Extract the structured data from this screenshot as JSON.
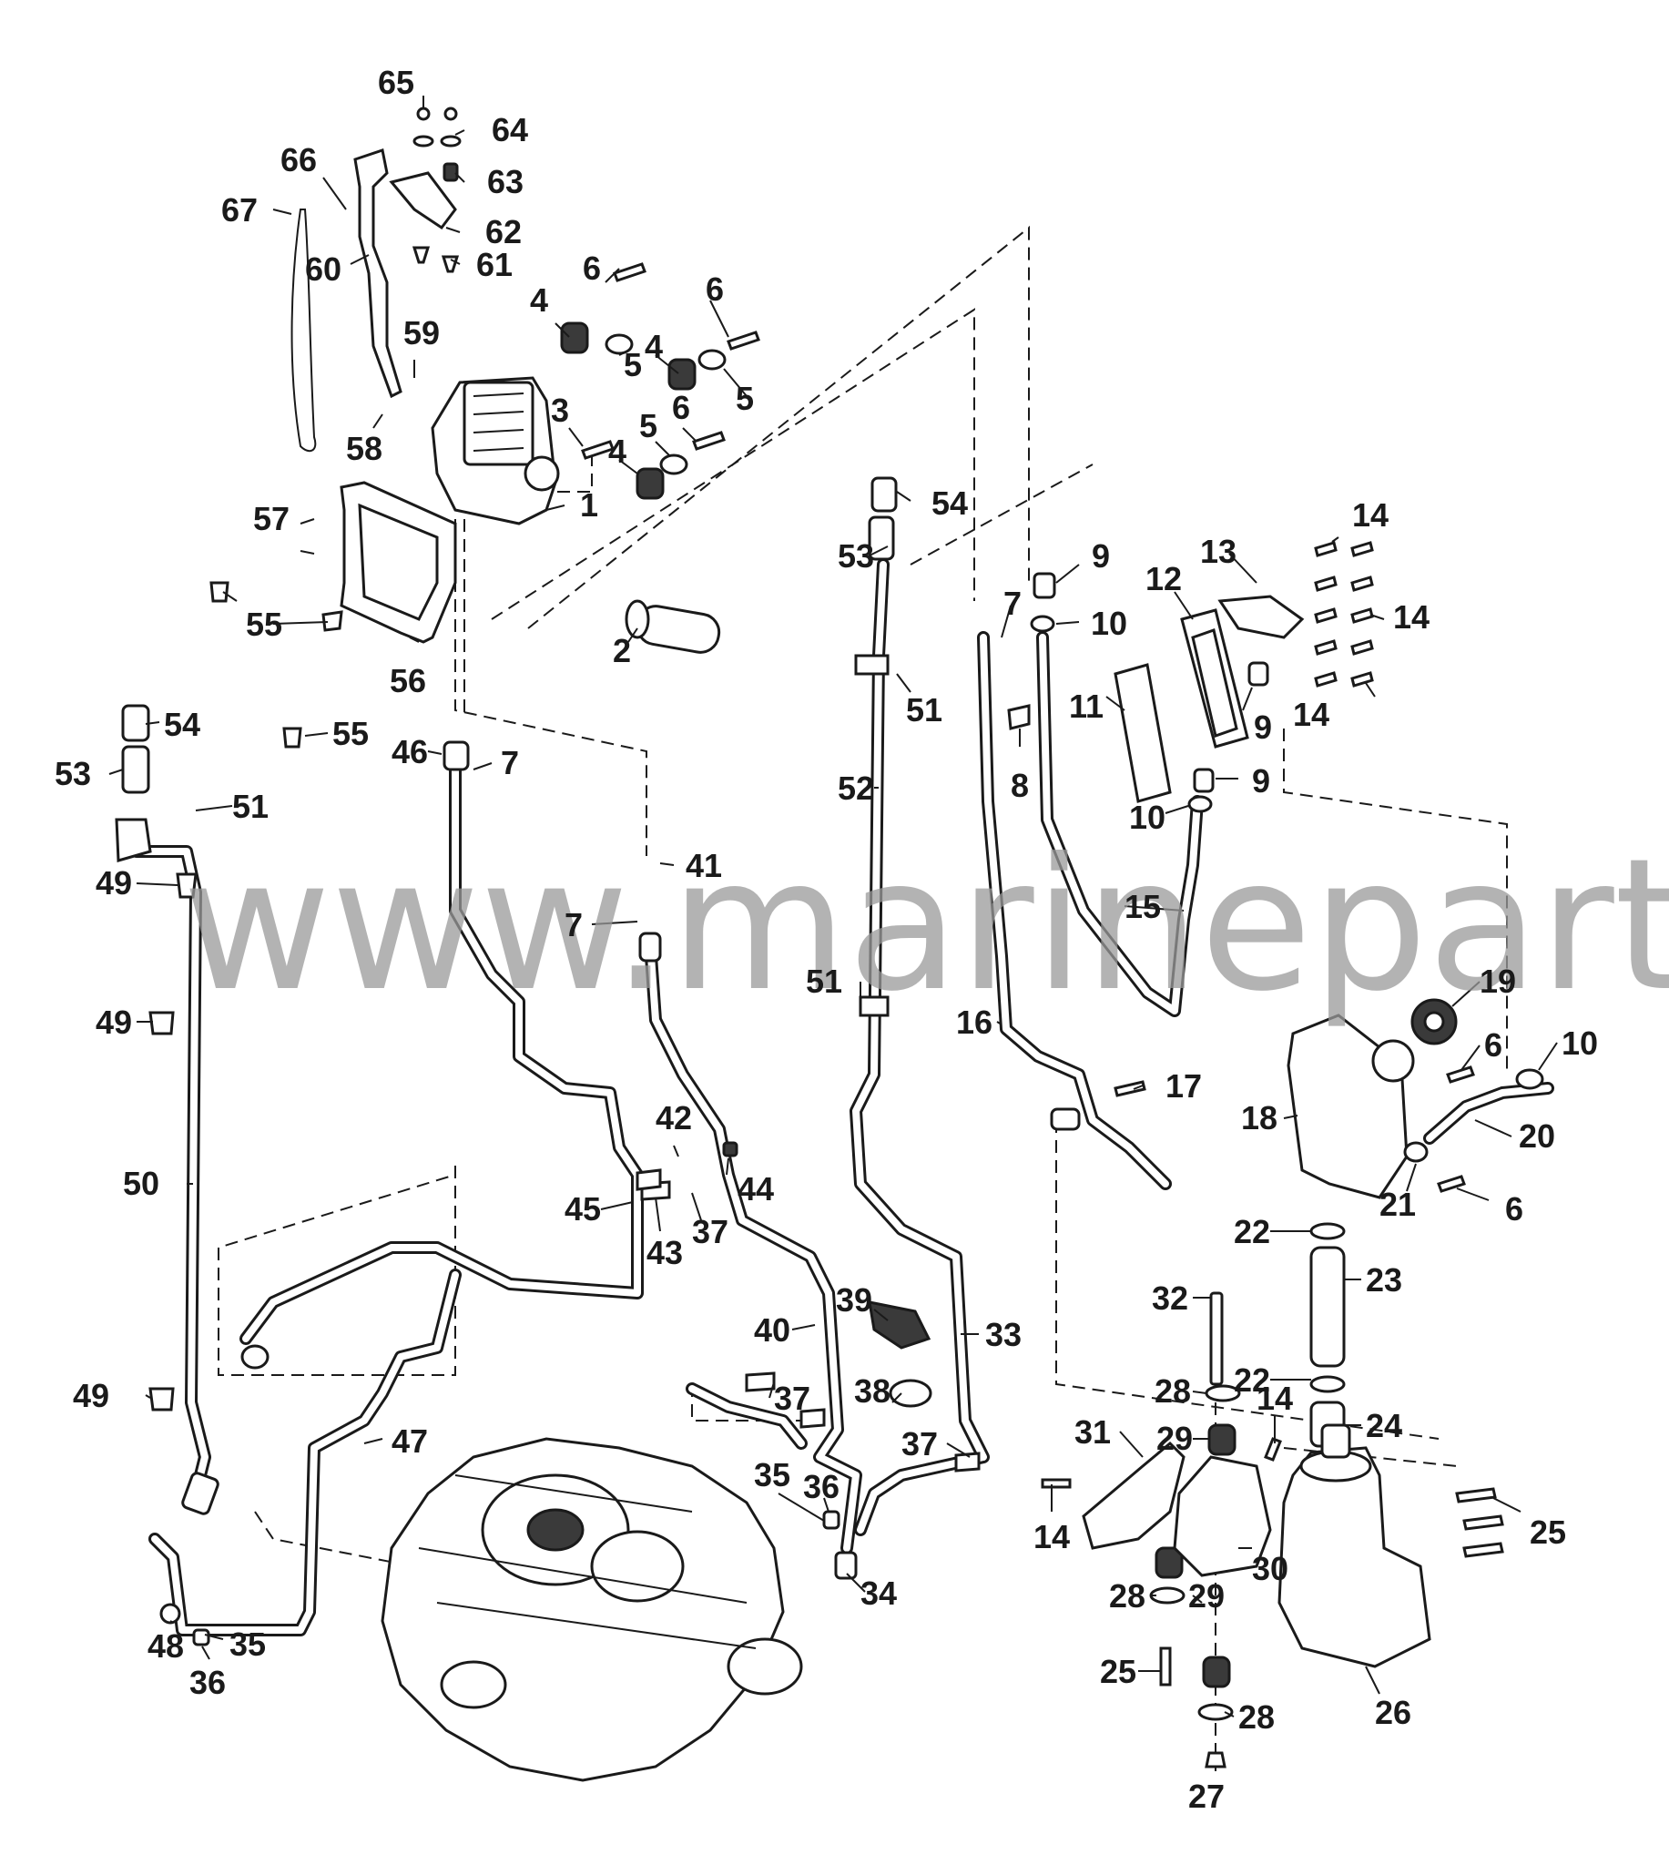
{
  "watermark": "www.marineparts.eu",
  "callouts": [
    {
      "n": "65"
    },
    {
      "n": "64"
    },
    {
      "n": "63"
    },
    {
      "n": "62"
    },
    {
      "n": "61"
    },
    {
      "n": "66"
    },
    {
      "n": "67"
    },
    {
      "n": "60"
    },
    {
      "n": "59"
    },
    {
      "n": "58"
    },
    {
      "n": "6"
    },
    {
      "n": "6"
    },
    {
      "n": "4"
    },
    {
      "n": "5"
    },
    {
      "n": "4"
    },
    {
      "n": "5"
    },
    {
      "n": "3"
    },
    {
      "n": "6"
    },
    {
      "n": "5"
    },
    {
      "n": "4"
    },
    {
      "n": "1"
    },
    {
      "n": "57"
    },
    {
      "n": "55"
    },
    {
      "n": "56"
    },
    {
      "n": "2"
    },
    {
      "n": "54"
    },
    {
      "n": "53"
    },
    {
      "n": "14"
    },
    {
      "n": "13"
    },
    {
      "n": "12"
    },
    {
      "n": "9"
    },
    {
      "n": "7"
    },
    {
      "n": "10"
    },
    {
      "n": "14"
    },
    {
      "n": "51"
    },
    {
      "n": "11"
    },
    {
      "n": "9"
    },
    {
      "n": "14"
    },
    {
      "n": "8"
    },
    {
      "n": "9"
    },
    {
      "n": "10"
    },
    {
      "n": "54"
    },
    {
      "n": "53"
    },
    {
      "n": "55"
    },
    {
      "n": "51"
    },
    {
      "n": "46"
    },
    {
      "n": "7"
    },
    {
      "n": "52"
    },
    {
      "n": "49"
    },
    {
      "n": "41"
    },
    {
      "n": "15"
    },
    {
      "n": "7"
    },
    {
      "n": "51"
    },
    {
      "n": "19"
    },
    {
      "n": "49"
    },
    {
      "n": "16"
    },
    {
      "n": "10"
    },
    {
      "n": "6"
    },
    {
      "n": "17"
    },
    {
      "n": "18"
    },
    {
      "n": "20"
    },
    {
      "n": "42"
    },
    {
      "n": "50"
    },
    {
      "n": "44"
    },
    {
      "n": "21"
    },
    {
      "n": "6"
    },
    {
      "n": "45"
    },
    {
      "n": "37"
    },
    {
      "n": "43"
    },
    {
      "n": "22"
    },
    {
      "n": "23"
    },
    {
      "n": "39"
    },
    {
      "n": "32"
    },
    {
      "n": "40"
    },
    {
      "n": "33"
    },
    {
      "n": "22"
    },
    {
      "n": "38"
    },
    {
      "n": "28"
    },
    {
      "n": "49"
    },
    {
      "n": "37"
    },
    {
      "n": "24"
    },
    {
      "n": "31"
    },
    {
      "n": "47"
    },
    {
      "n": "14"
    },
    {
      "n": "29"
    },
    {
      "n": "37"
    },
    {
      "n": "35"
    },
    {
      "n": "36"
    },
    {
      "n": "14"
    },
    {
      "n": "25"
    },
    {
      "n": "30"
    },
    {
      "n": "34"
    },
    {
      "n": "28"
    },
    {
      "n": "29"
    },
    {
      "n": "48"
    },
    {
      "n": "35"
    },
    {
      "n": "36"
    },
    {
      "n": "25"
    },
    {
      "n": "26"
    },
    {
      "n": "28"
    },
    {
      "n": "27"
    }
  ]
}
